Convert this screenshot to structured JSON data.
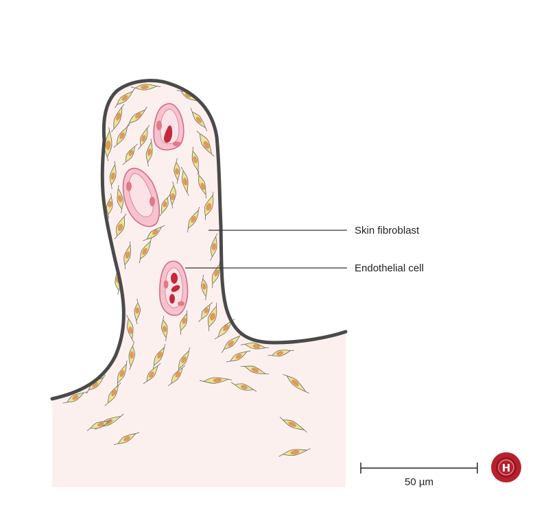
{
  "labels": {
    "skin_fibroblast": "Skin fibroblast",
    "endothelial_cell": "Endothelial cell"
  },
  "scale_bar": {
    "text": "50 µm"
  },
  "logo": {
    "letter": "H"
  },
  "colors": {
    "tissue": "#fcf0ef",
    "outline": "#4a4a4a",
    "fibroblast_body": "#ede29a",
    "fibroblast_nucleus": "#de9a5a",
    "vessel_wall": "#f6c2cd",
    "vessel_outline": "#cf6d86",
    "vessel_lumen": "#fbe2e6",
    "red_cell": "#c4283a",
    "logo_red": "#b8202d"
  }
}
